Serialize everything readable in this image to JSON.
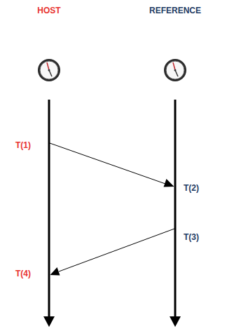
{
  "diagram": {
    "labels": [
      "HOST",
      "REFERENCE",
      "T(1)",
      "T(2)",
      "T(3)",
      "T(4)"
    ]
  }
}
